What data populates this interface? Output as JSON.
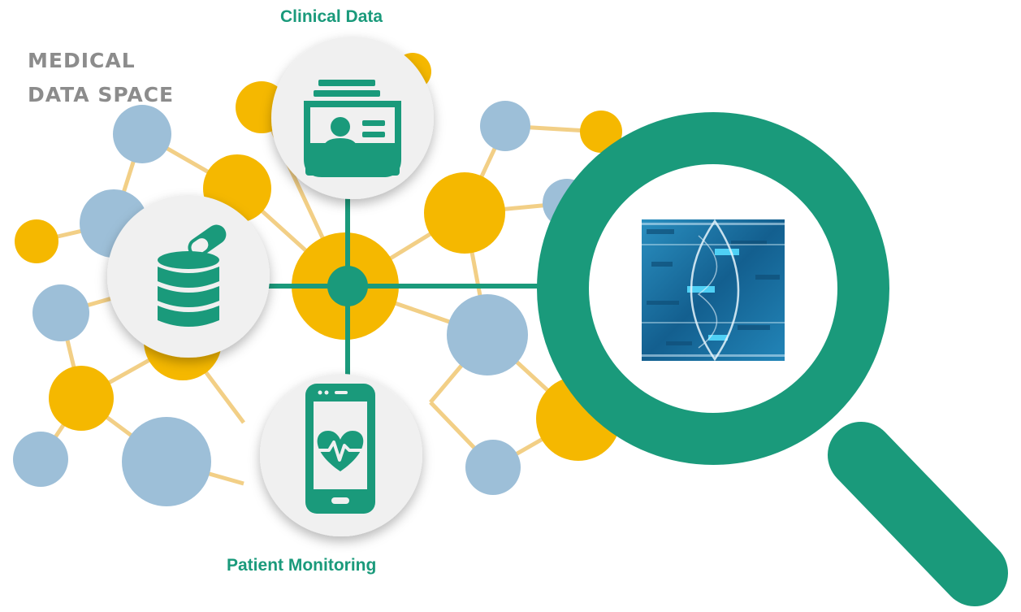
{
  "title": {
    "line1": "MEDICAL",
    "line2": "DATA SPACE"
  },
  "captions": {
    "top": "Clinical Data",
    "bottom": "Patient Monitoring"
  },
  "icons": [
    "patient-records-icon",
    "medical-database-icon",
    "heart-monitor-phone-icon",
    "magnifying-glass-icon",
    "dna-data-icon"
  ],
  "colors": {
    "teal": "#1a9a7b",
    "gold": "#f5b800",
    "blue": "#9dbfd8",
    "edge": "#f2cf86",
    "icon_bg": "#f0f0f0",
    "title_gray": "#8c8c8c"
  }
}
